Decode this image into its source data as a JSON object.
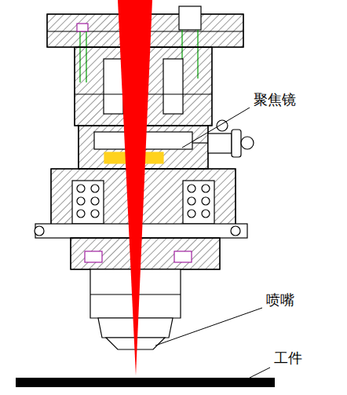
{
  "diagram": {
    "labels": [
      "聚焦镜",
      "喷嘴",
      "工件"
    ]
  }
}
